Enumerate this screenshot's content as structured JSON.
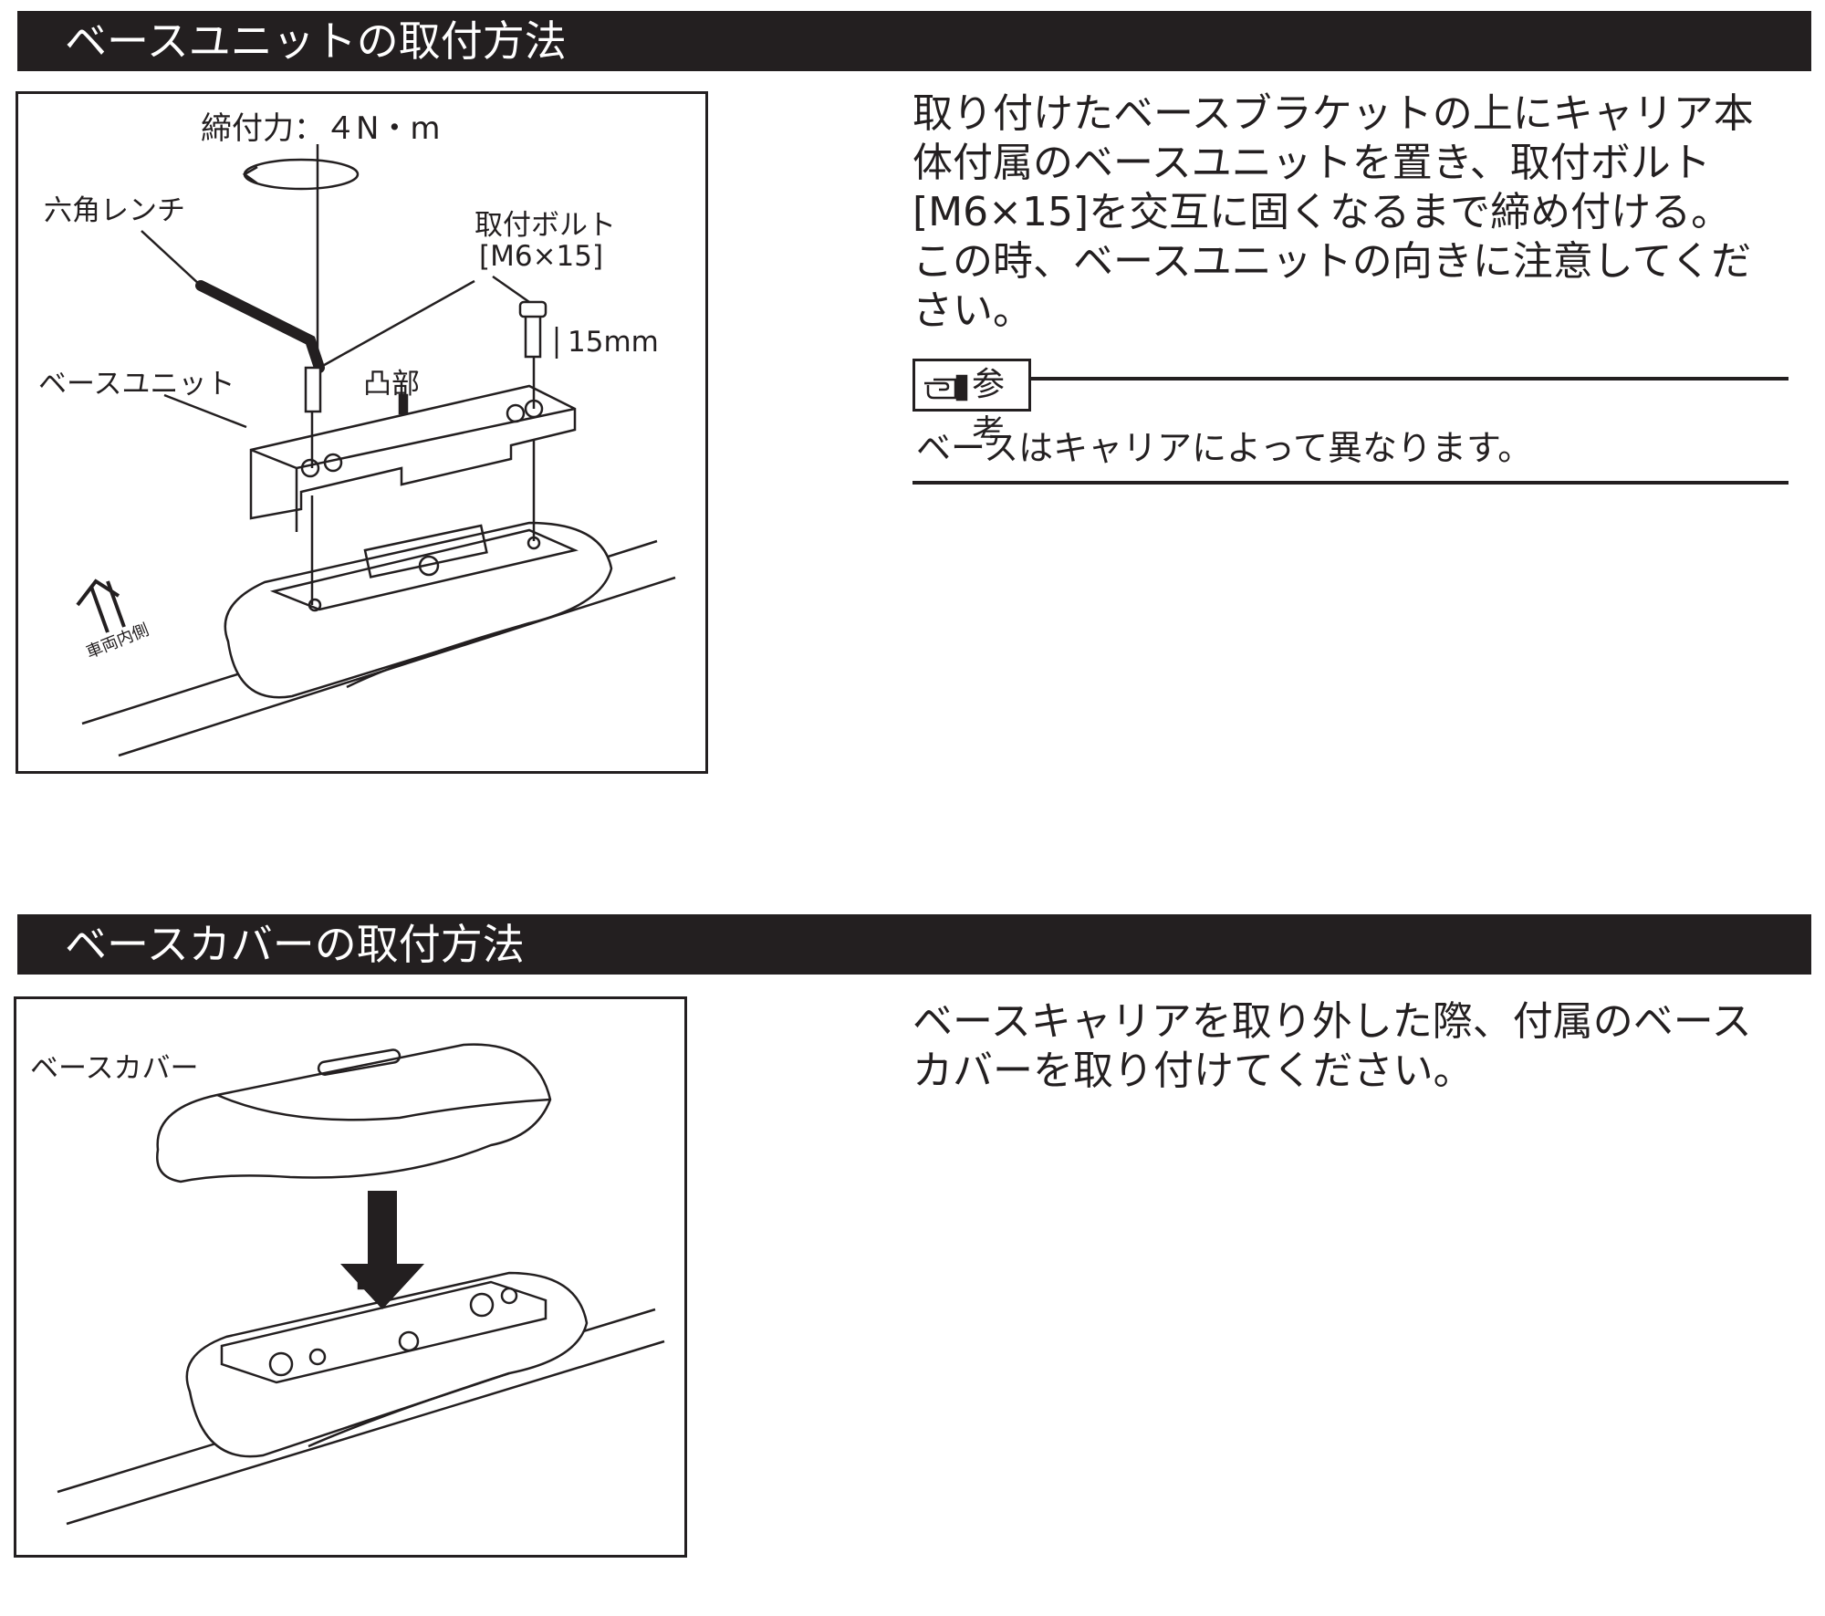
{
  "section1": {
    "title": "ベースユニットの取付方法",
    "figure": {
      "torque": "締付力：４N・m",
      "hex_wrench": "六角レンチ",
      "bolt": "取付ボルト",
      "bolt_size": "[M6×15]",
      "length": "15mm",
      "base_unit": "ベースユニット",
      "protrusion": "凸部",
      "vehicle_inner": "車両内側"
    },
    "instructions": [
      "取り付けたベースブラケットの上にキャリア本",
      "体付属のベースユニットを置き、取付ボルト",
      "[M6×15]を交互に固くなるまで締め付ける。",
      "この時、ベースユニットの向きに注意してくだ",
      "さい。"
    ],
    "note": {
      "label": "参考",
      "text": "ベースはキャリアによって異なります。"
    }
  },
  "section2": {
    "title": "ベースカバーの取付方法",
    "figure": {
      "base_cover": "ベースカバー"
    },
    "instructions": [
      "ベースキャリアを取り外した際、付属のベース",
      "カバーを取り付けてください。"
    ]
  },
  "icons": {
    "note": "pointing-hand-icon",
    "direction": "up-arrow-icon",
    "install": "down-arrow-icon",
    "rotation": "rotation-arrow-icon"
  }
}
